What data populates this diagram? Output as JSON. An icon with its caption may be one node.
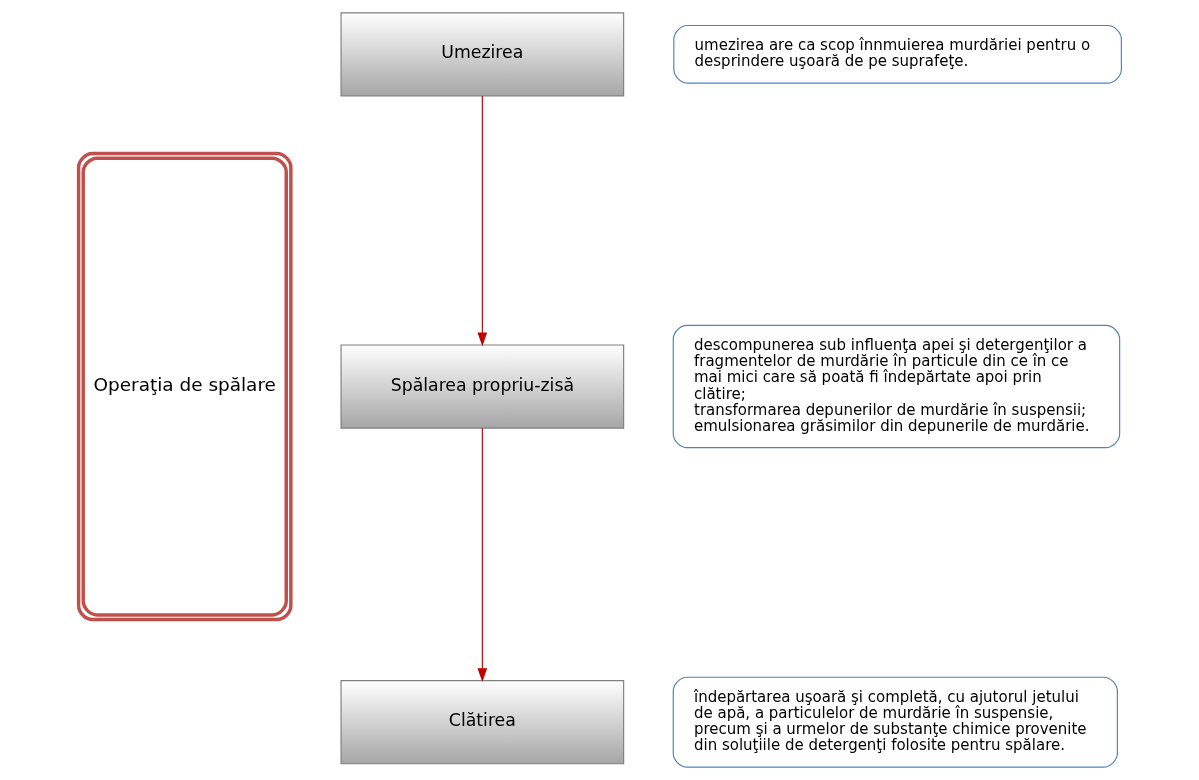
{
  "diagram": {
    "nodes": [
      {
        "text": [
          "Operaţia de spălare"
        ]
      },
      {
        "text": [
          "Umezirea"
        ]
      },
      {
        "text": [
          "Spălarea propriu-zisă"
        ]
      },
      {
        "text": [
          "Clătirea"
        ]
      },
      {
        "text": [
          "umezirea are ca scop înnmuierea murdăriei pentru o desprindere uşoară de pe suprafeţe."
        ]
      },
      {
        "text": [
          "descompunerea sub influenţa apei şi detergenţilor a fragmentelor de murdărie în particule din ce în ce mai mici care să poată fi îndepărtate apoi prin clătire;",
          "transformarea depunerilor de murdărie în suspensii;",
          "emulsionarea grăsimilor din depunerile de murdărie."
        ]
      },
      {
        "text": [
          "îndepărtarea uşoară şi completă, cu ajutorul jetului de apă, a particulelor de murdărie în suspensie, precum şi a urmelor de substanţe chimice provenite din soluţiile de detergenţi folosite pentru spălare."
        ]
      }
    ],
    "edges": [
      {
        "from": 1,
        "to": 2,
        "arrow": "to"
      },
      {
        "from": 2,
        "to": 3,
        "arrow": "to"
      }
    ]
  }
}
